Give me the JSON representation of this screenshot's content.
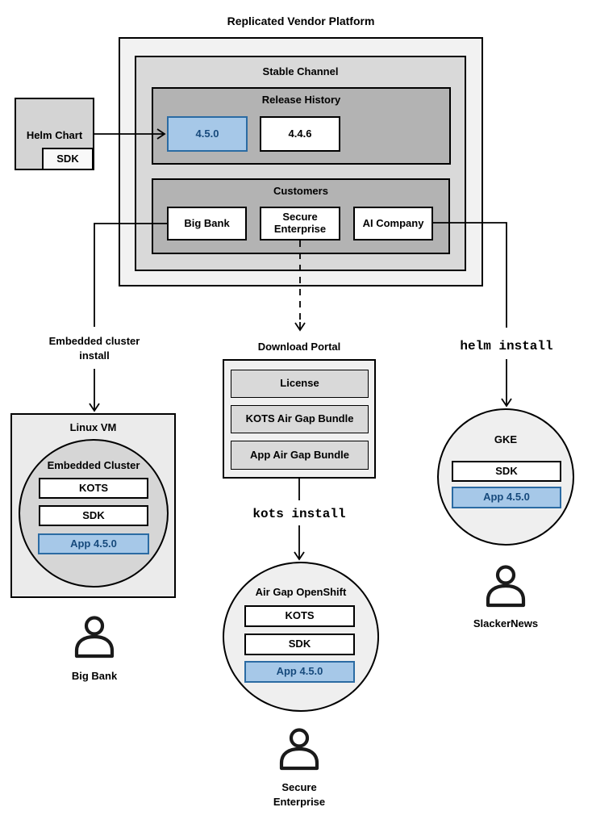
{
  "title": "Replicated Vendor Platform",
  "platform": {
    "stable_channel_label": "Stable Channel",
    "release_history": {
      "label": "Release History",
      "current_version": "4.5.0",
      "previous_version": "4.4.6"
    },
    "customers": {
      "label": "Customers",
      "big_bank": "Big Bank",
      "secure_enterprise": "Secure Enterprise",
      "ai_company": "AI Company"
    }
  },
  "helm_chart": {
    "label": "Helm Chart",
    "sdk": "SDK"
  },
  "embedded_flow": {
    "arrow_label": "Embedded cluster install",
    "vm_label": "Linux VM",
    "cluster_label": "Embedded Cluster",
    "kots": "KOTS",
    "sdk": "SDK",
    "app": "App 4.5.0",
    "persona": "Big Bank"
  },
  "airgap_flow": {
    "portal_label": "Download Portal",
    "license": "License",
    "kots_bundle": "KOTS Air Gap Bundle",
    "app_bundle": "App Air Gap Bundle",
    "command": "kots install",
    "cluster_label": "Air Gap OpenShift",
    "kots": "KOTS",
    "sdk": "SDK",
    "app": "App 4.5.0",
    "persona": "Secure Enterprise"
  },
  "helm_flow": {
    "command": "helm install",
    "cluster_label": "GKE",
    "sdk": "SDK",
    "app": "App 4.5.0",
    "persona": "SlackerNews"
  },
  "colors": {
    "platform_fill": "#f2f2f2",
    "channel_fill": "#d9d9d9",
    "group_fill": "#b3b3b3",
    "helm_fill": "#d4d4d4",
    "portal_fill": "#f0f0f0",
    "portal_item_fill": "#d9d9d9",
    "vm_fill": "#ebebeb",
    "vm_circle_fill": "#d6d6d6",
    "node_circle_fill": "#efefef",
    "highlight_fill": "#a6c8e8",
    "highlight_border": "#2b6ba3",
    "highlight_text": "#174a7c",
    "line_color": "#000000"
  }
}
